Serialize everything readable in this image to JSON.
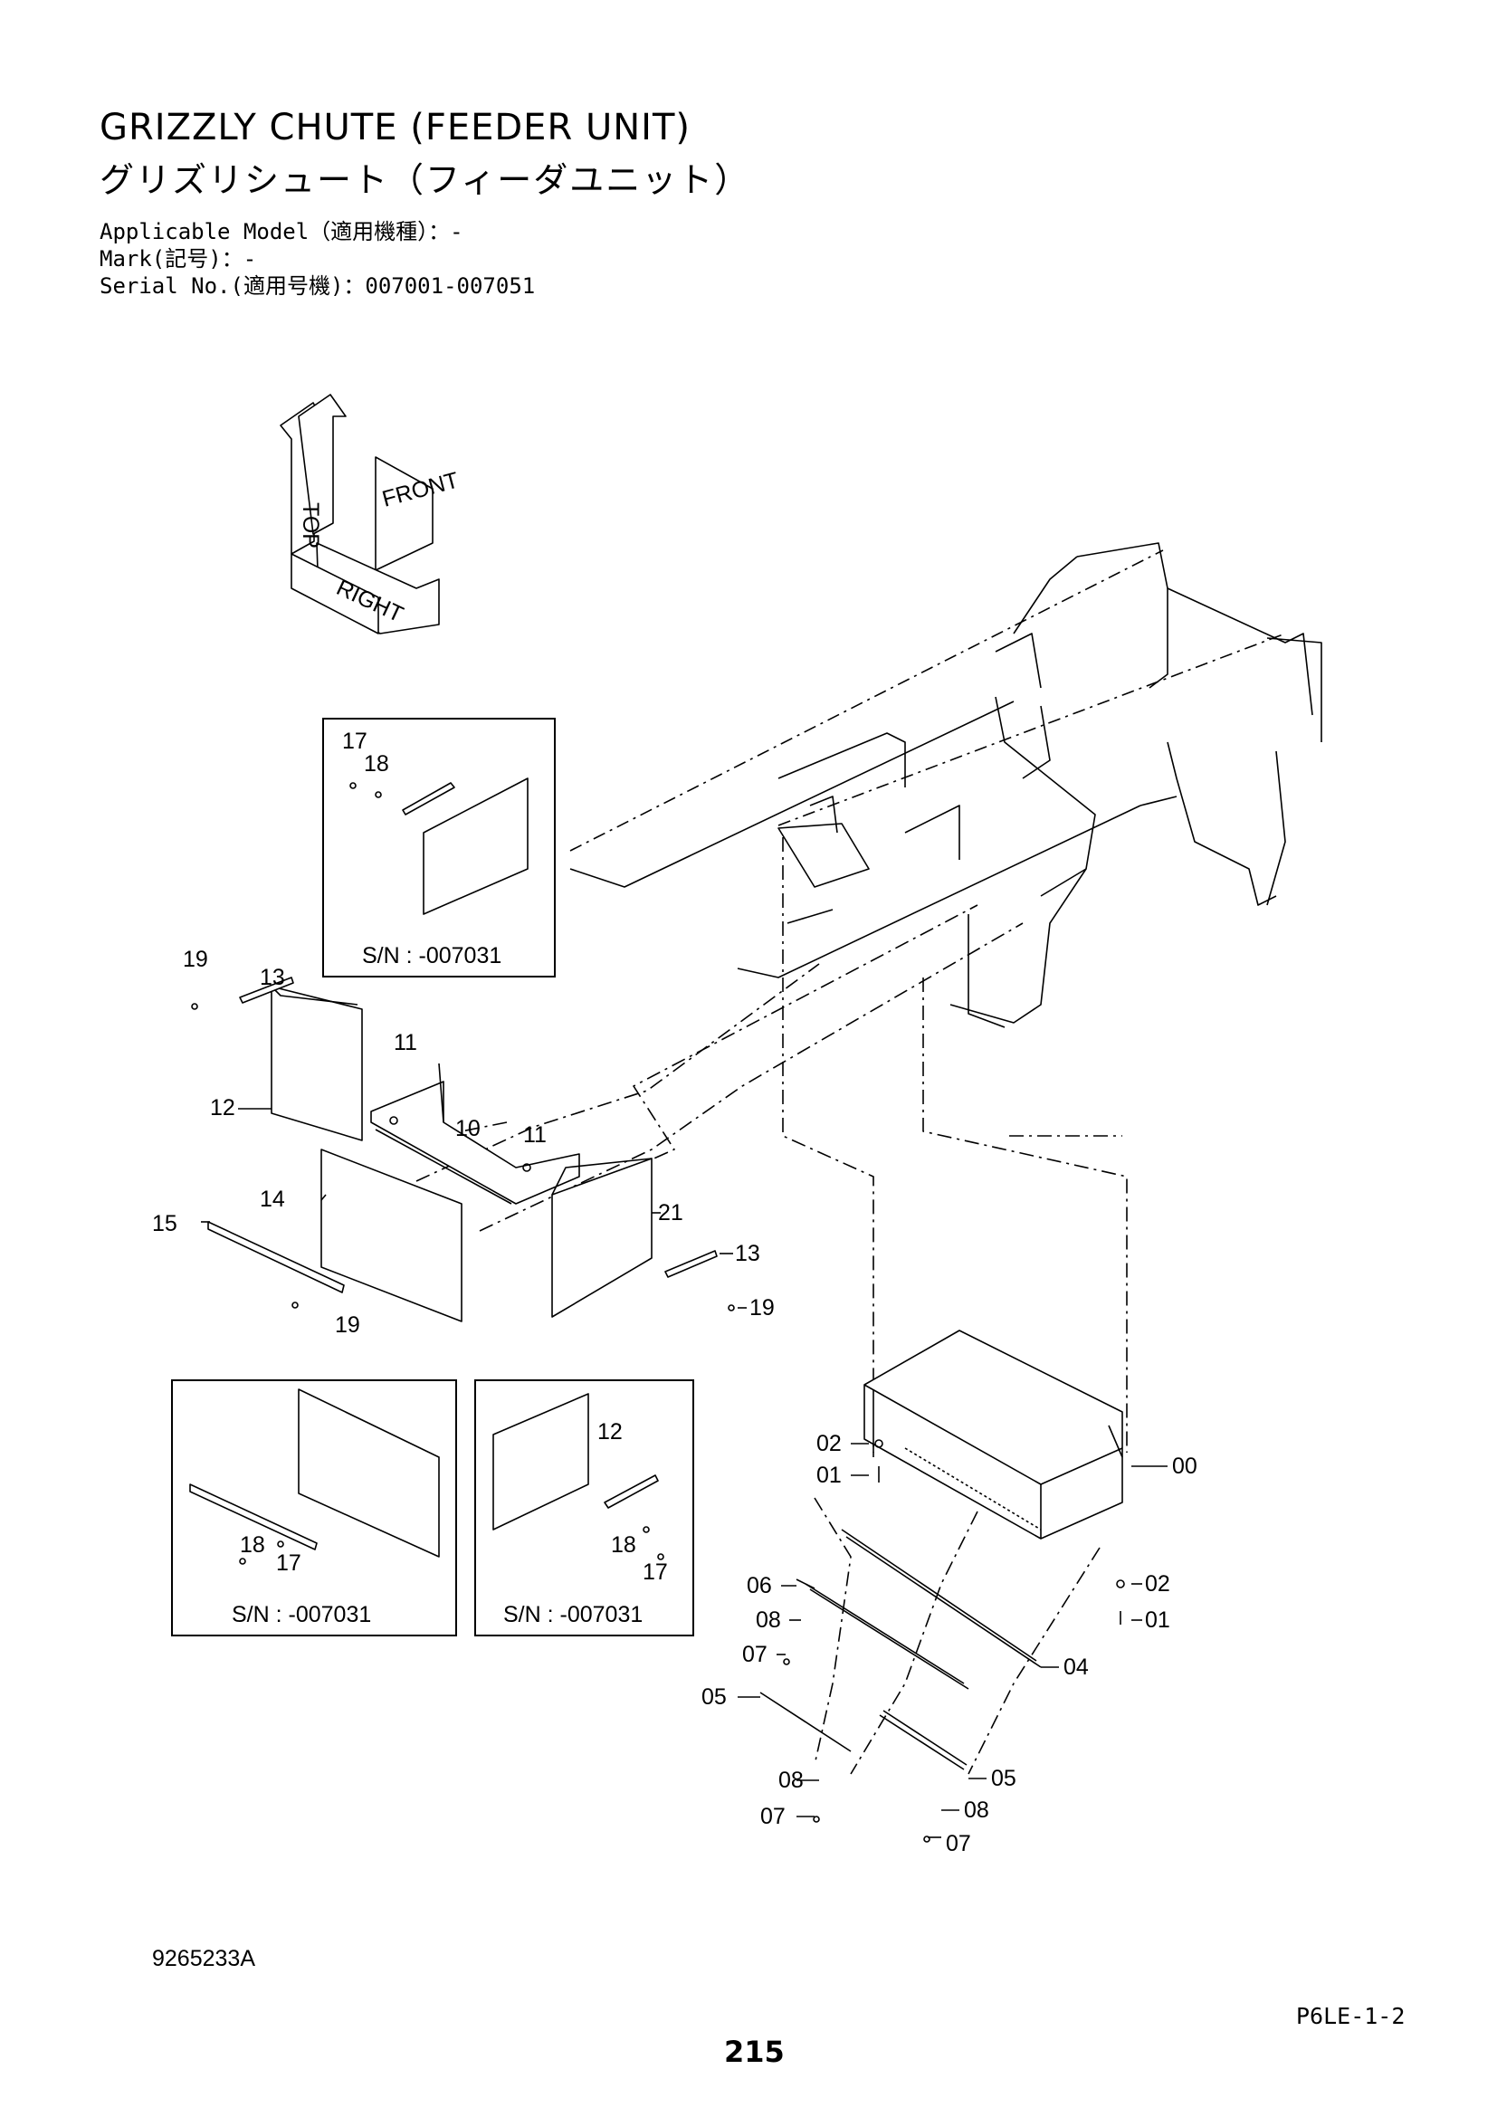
{
  "header": {
    "title_en": "GRIZZLY CHUTE (FEEDER UNIT)",
    "title_jp": "グリズリシュート（フィーダユニット）",
    "applicable_model": "Applicable Model（適用機種）：-",
    "mark": "Mark(記号)：-",
    "serial": "Serial No.(適用号機)：007001-007051"
  },
  "orientation": {
    "top": "TOP",
    "front": "FRONT",
    "right": "RIGHT"
  },
  "insets": {
    "upper_sn": "S/N : -007031",
    "lower_left_sn": "S/N : -007031",
    "lower_right_sn": "S/N : -007031"
  },
  "callouts": {
    "c00": "00",
    "c01": "01",
    "c02": "02",
    "c04": "04",
    "c05": "05",
    "c06": "06",
    "c07": "07",
    "c08": "08",
    "c10": "10",
    "c11": "11",
    "c12": "12",
    "c13": "13",
    "c14": "14",
    "c15": "15",
    "c17": "17",
    "c18": "18",
    "c19": "19",
    "c21": "21"
  },
  "footer": {
    "drawing_no": "9265233A",
    "page_code": "P6LE-1-2",
    "page_no": "215"
  }
}
